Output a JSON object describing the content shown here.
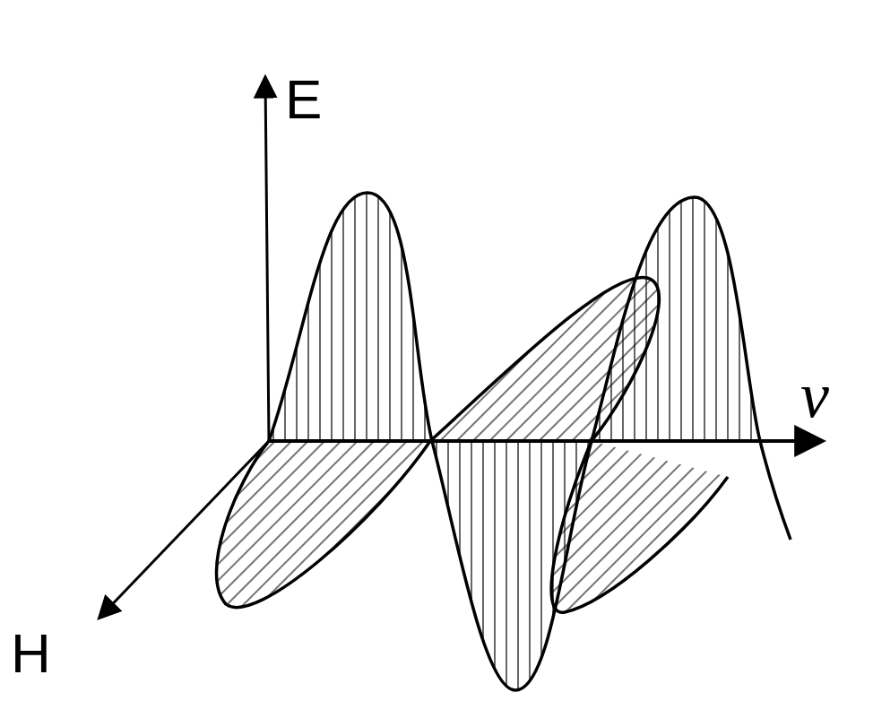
{
  "diagram": {
    "labels": [
      "E",
      "H",
      "v"
    ]
  }
}
